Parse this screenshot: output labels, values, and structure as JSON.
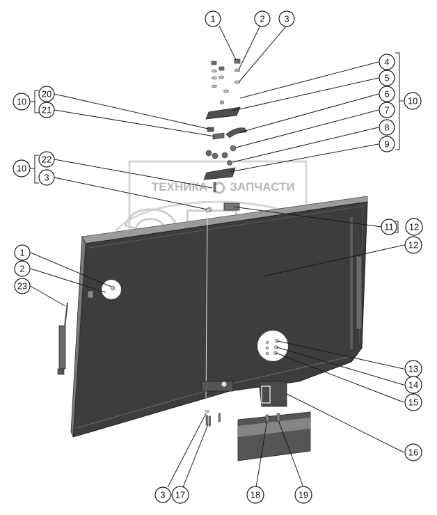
{
  "diagram": {
    "watermark": {
      "left_word": "ТЕХНИКА",
      "right_word": "ЗАПЧАСТИ",
      "logo_letters": "ЭПФ"
    },
    "callouts": [
      {
        "id": "c1-top",
        "label": "1"
      },
      {
        "id": "c2-top",
        "label": "2"
      },
      {
        "id": "c3-top",
        "label": "3"
      },
      {
        "id": "c4",
        "label": "4"
      },
      {
        "id": "c5",
        "label": "5"
      },
      {
        "id": "c6",
        "label": "6"
      },
      {
        "id": "c7",
        "label": "7"
      },
      {
        "id": "c8",
        "label": "8"
      },
      {
        "id": "c9",
        "label": "9"
      },
      {
        "id": "c10-right",
        "label": "10"
      },
      {
        "id": "c10-left-a",
        "label": "10"
      },
      {
        "id": "c20",
        "label": "20"
      },
      {
        "id": "c21",
        "label": "21"
      },
      {
        "id": "c10-left-b",
        "label": "10"
      },
      {
        "id": "c22",
        "label": "22"
      },
      {
        "id": "c3-mid",
        "label": "3"
      },
      {
        "id": "c11",
        "label": "11"
      },
      {
        "id": "c12-a",
        "label": "12"
      },
      {
        "id": "c12-b",
        "label": "12"
      },
      {
        "id": "c1-left",
        "label": "1"
      },
      {
        "id": "c2-left",
        "label": "2"
      },
      {
        "id": "c23",
        "label": "23"
      },
      {
        "id": "c13",
        "label": "13"
      },
      {
        "id": "c14",
        "label": "14"
      },
      {
        "id": "c15",
        "label": "15"
      },
      {
        "id": "c16",
        "label": "16"
      },
      {
        "id": "c3-bottom",
        "label": "3"
      },
      {
        "id": "c17",
        "label": "17"
      },
      {
        "id": "c18",
        "label": "18"
      },
      {
        "id": "c19",
        "label": "19"
      }
    ]
  }
}
